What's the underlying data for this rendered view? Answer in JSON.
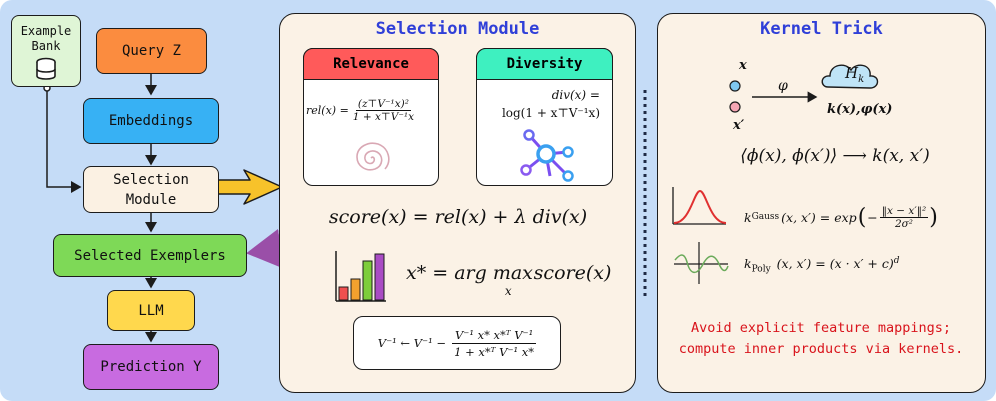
{
  "pipeline": {
    "example_bank_label": "Example Bank",
    "query_label": "Query Z",
    "embeddings_label": "Embeddings",
    "selection_module_label": "Selection Module",
    "selected_exemplers_label": "Selected Exemplers",
    "llm_label": "LLM",
    "prediction_label": "Prediction Y"
  },
  "selection_module": {
    "title": "Selection Module",
    "relevance": {
      "header": "Relevance",
      "formula_lhs": "rel(x) =",
      "formula_num": "(z⊤V⁻¹x)²",
      "formula_den": "1 + x⊤V⁻¹x"
    },
    "diversity": {
      "header": "Diversity",
      "formula_line1": "div(x) =",
      "formula_line2": "log(1 + x⊤V⁻¹x)"
    },
    "score_formula": "score(x) = rel(x) + λ div(x)",
    "argmax_lhs": "x* = arg max",
    "argmax_sub": "x",
    "argmax_rhs": "score(x)",
    "update": {
      "lhs": "V⁻¹ ← V⁻¹  −",
      "num": "V⁻¹ x* x*ᵀ V⁻¹",
      "den": "1 + x*ᵀ V⁻¹ x*"
    }
  },
  "kernel_trick": {
    "title": "Kernel Trick",
    "x_label": "x",
    "x_prime_label": "x′",
    "phi_label": "φ",
    "hilbert_label": "H",
    "hilbert_sub": "k",
    "feature_label": "k(x),φ(x)",
    "inner_product": "⟨ϕ(x), ϕ(x′)⟩  ⟶  k(x, x′)",
    "gauss": {
      "name": "k",
      "sub": "Gauss",
      "args": "(x, x′)  =  exp",
      "num": "‖x − x′‖²",
      "den": "2σ²"
    },
    "poly": {
      "name": "k",
      "sub": "Poly",
      "args": "(x, x′)  =  (x · x′ + c)",
      "sup": "d"
    },
    "note_line1": "Avoid explicit feature mappings;",
    "note_line2": "compute inner products via kernels."
  },
  "colors": {
    "background": "#c5dcf7",
    "panel": "#fbf2e6",
    "title_blue": "#2f3fd8",
    "query": "#fb8c3f",
    "embeddings": "#37b1f4",
    "selection": "#fbf1e3",
    "selected": "#7ed957",
    "llm": "#ffd84d",
    "prediction": "#c86be0",
    "relevance": "#ff5a5a",
    "diversity": "#3ef0c0",
    "note_red": "#d9141c"
  }
}
